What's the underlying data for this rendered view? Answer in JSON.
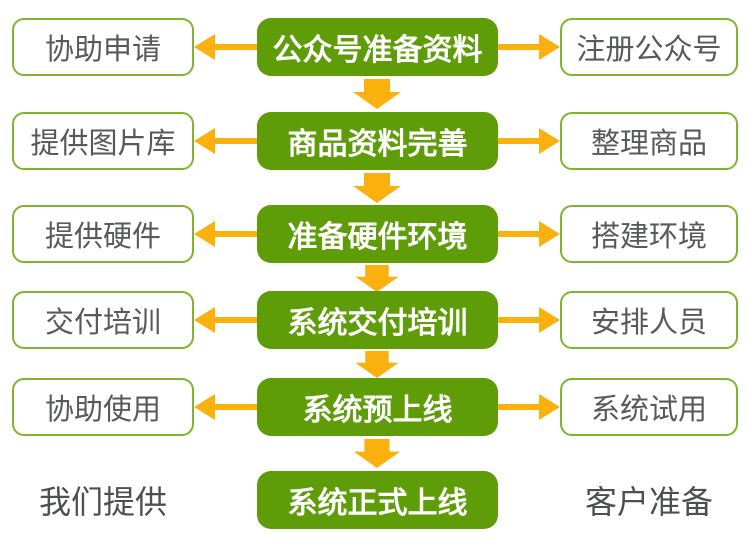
{
  "diagram": {
    "description_colors": {
      "center_step_fill": "#5e9c08",
      "side_box_border": "#7eb42e",
      "arrow_orange": "#fbb10d",
      "side_text_gray": "#58595b",
      "center_text": "#ffffff",
      "background": "#ffffff"
    },
    "rows": [
      {
        "left": "协助申请",
        "center": "公众号准备资料",
        "right": "注册公众号"
      },
      {
        "left": "提供图片库",
        "center": "商品资料完善",
        "right": "整理商品"
      },
      {
        "left": "提供硬件",
        "center": "准备硬件环境",
        "right": "搭建环境"
      },
      {
        "left": "交付培训",
        "center": "系统交付培训",
        "right": "安排人员"
      },
      {
        "left": "协助使用",
        "center": "系统预上线",
        "right": "系统试用"
      },
      {
        "center": "系统正式上线"
      }
    ],
    "captions": {
      "left": "我们提供",
      "right": "客户准备"
    }
  }
}
